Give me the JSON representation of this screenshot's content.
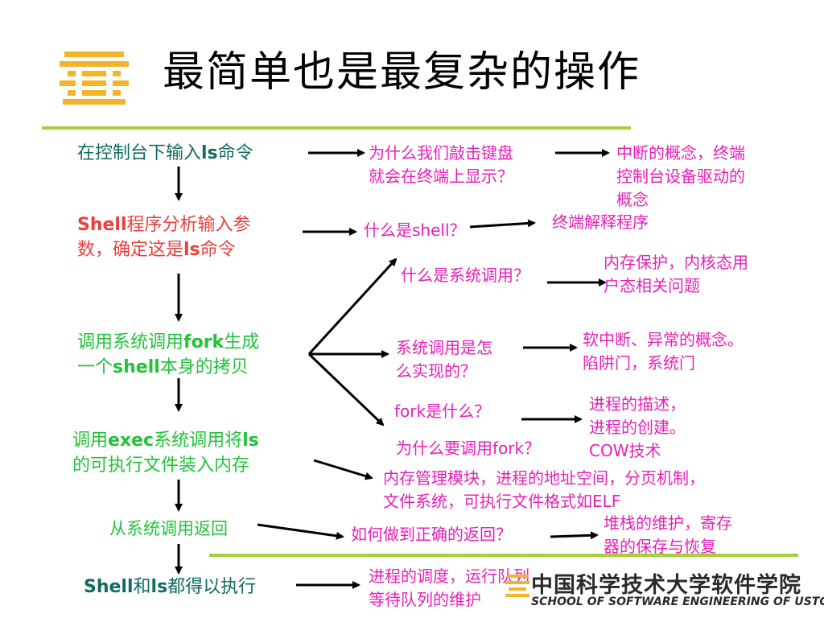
{
  "title": "最简单也是最复杂的操作",
  "steps": [
    {
      "lines": [
        [
          "在控制台下输入",
          "ls",
          "命令"
        ]
      ]
    },
    {
      "lines": [
        [
          "",
          "Shell",
          "程序分析输入参"
        ],
        [
          "数，确定这是",
          "ls",
          "命令"
        ]
      ]
    },
    {
      "lines": [
        [
          "调用系统调用",
          "fork",
          "生成"
        ],
        [
          "一个",
          "shell",
          "本身的拷贝"
        ]
      ]
    },
    {
      "lines": [
        [
          "调用",
          "exec",
          "系统调用将",
          "ls"
        ],
        [
          "的可执行文件装入内存"
        ]
      ]
    },
    {
      "lines": [
        [
          "从系统调用返回"
        ]
      ]
    },
    {
      "lines": [
        [
          "",
          "Shell",
          "和",
          "ls",
          "都得以执行"
        ]
      ]
    }
  ],
  "questions": {
    "q1": [
      "为什么我们敲击键盘",
      "就会在终端上显示？"
    ],
    "q2": [
      "什么是shell？"
    ],
    "q3a": [
      "什么是系统调用？"
    ],
    "q3b": [
      "系统调用是怎",
      "么实现的？"
    ],
    "q3c": [
      "fork是什么？"
    ],
    "q4a": [
      "为什么要调用fork？"
    ],
    "q4b": [
      "内存管理模块，进程的地址空间，分页机制，",
      "文件系统，可执行文件格式如ELF"
    ],
    "q5": [
      "如何做到正确的返回？"
    ],
    "q6": [
      "进程的调度，运行队列",
      "等待队列的维护"
    ]
  },
  "answers": {
    "a1": [
      "中断的概念，终端",
      "控制台设备驱动的",
      "概念"
    ],
    "a2": [
      "终端解释程序"
    ],
    "a3a": [
      "内存保护，内核态用",
      "户态相关问题"
    ],
    "a3b": [
      "软中断、异常的概念。",
      "陷阱门，系统门"
    ],
    "a3c": [
      "进程的描述，",
      "进程的创建。",
      "COW技术"
    ],
    "a5": [
      "堆栈的维护，寄存",
      "器的保存与恢复"
    ]
  },
  "footer": {
    "cn": "中国科学技术大学软件学院",
    "en": "SCHOOL OF SOFTWARE ENGINEERING OF USTC"
  },
  "colors": {
    "step1": "#116b63",
    "step2": "#e8403c",
    "step_green": "#23c23a",
    "annotation": "#e81fb8",
    "rule": "#a6cf3c",
    "logo": "#f2b52a"
  }
}
